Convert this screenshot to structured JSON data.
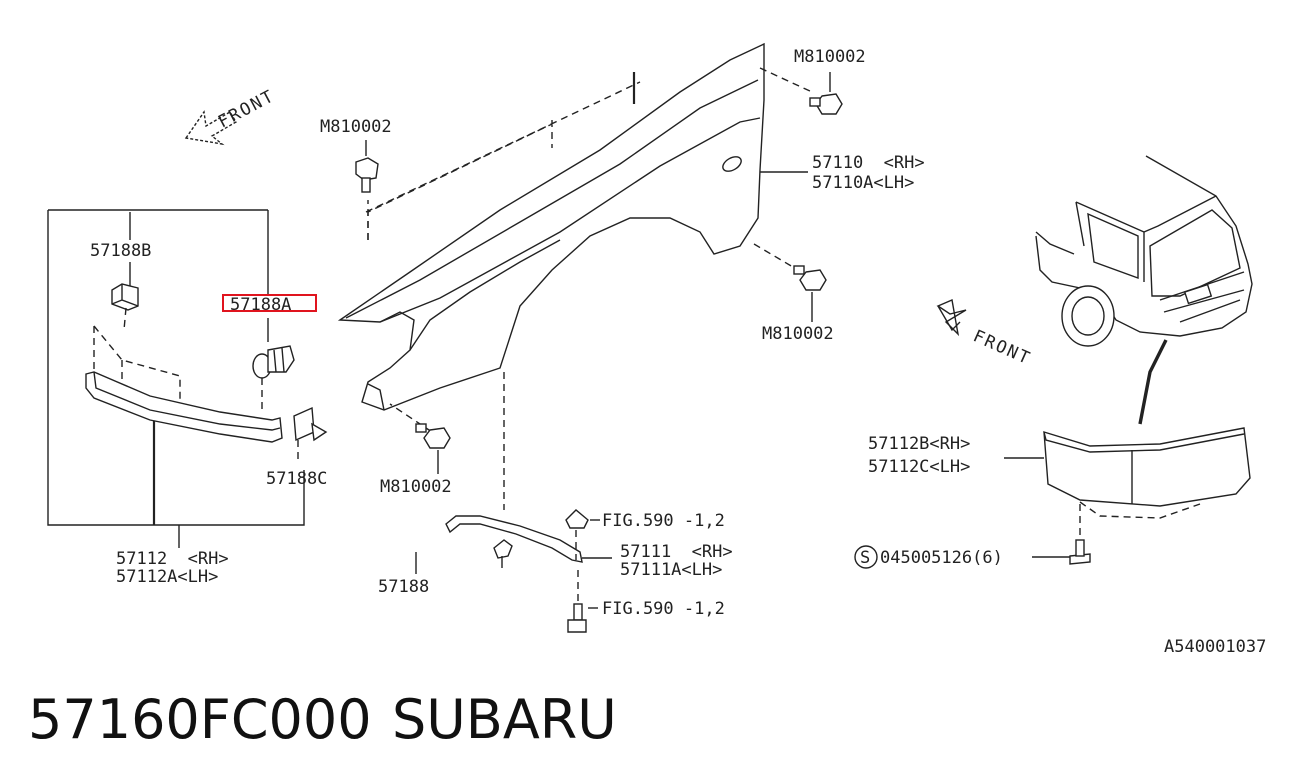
{
  "labels": {
    "front_top": "FRONT",
    "front_car": "FRONT",
    "m810002_a": "M810002",
    "m810002_b": "M810002",
    "m810002_c": "M810002",
    "m810002_d": "M810002",
    "p57110": "57110  <RH>",
    "p57110a": "57110A<LH>",
    "p57188b": "57188B",
    "p57188a": "57188A",
    "p57188c": "57188C",
    "p57112": "57112  <RH>",
    "p57112a": "57112A<LH>",
    "p57188": "57188",
    "fig1": "FIG.590 -1,2",
    "fig2": "FIG.590 -1,2",
    "p57111": "57111  <RH>",
    "p57111a": "57111A<LH>",
    "p57112b": "57112B<RH>",
    "p57112c": "57112C<LH>",
    "screw_code": "045005126(6)",
    "screw_symbol": "S",
    "diagram_code": "A540001037"
  },
  "footer": {
    "part_number": "57160FC000",
    "brand": "SUBARU"
  },
  "highlight_color": "#e0141e"
}
